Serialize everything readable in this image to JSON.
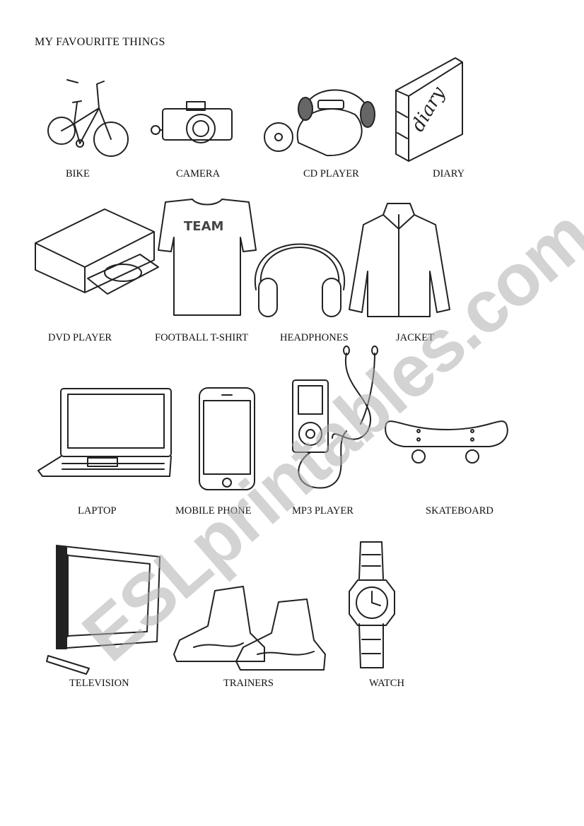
{
  "title": "MY FAVOURITE THINGS",
  "watermark": "ESLprintables.com",
  "items": [
    {
      "label": "BIKE",
      "icon": "bike-icon"
    },
    {
      "label": "CAMERA",
      "icon": "camera-icon"
    },
    {
      "label": "CD PLAYER",
      "icon": "cd-player-icon"
    },
    {
      "label": "DIARY",
      "icon": "diary-icon"
    },
    {
      "label": "DVD PLAYER",
      "icon": "dvd-player-icon"
    },
    {
      "label": "FOOTBALL T-SHIRT",
      "icon": "t-shirt-icon"
    },
    {
      "label": "HEADPHONES",
      "icon": "headphones-icon"
    },
    {
      "label": "JACKET",
      "icon": "jacket-icon"
    },
    {
      "label": "LAPTOP",
      "icon": "laptop-icon"
    },
    {
      "label": "MOBILE PHONE",
      "icon": "mobile-phone-icon"
    },
    {
      "label": "MP3 PLAYER",
      "icon": "mp3-player-icon"
    },
    {
      "label": "SKATEBOARD",
      "icon": "skateboard-icon"
    },
    {
      "label": "TELEVISION",
      "icon": "television-icon"
    },
    {
      "label": "TRAINERS",
      "icon": "trainers-icon"
    },
    {
      "label": "WATCH",
      "icon": "watch-icon"
    }
  ],
  "picture_text": {
    "diary": "diary",
    "tshirt": "TEAM"
  }
}
